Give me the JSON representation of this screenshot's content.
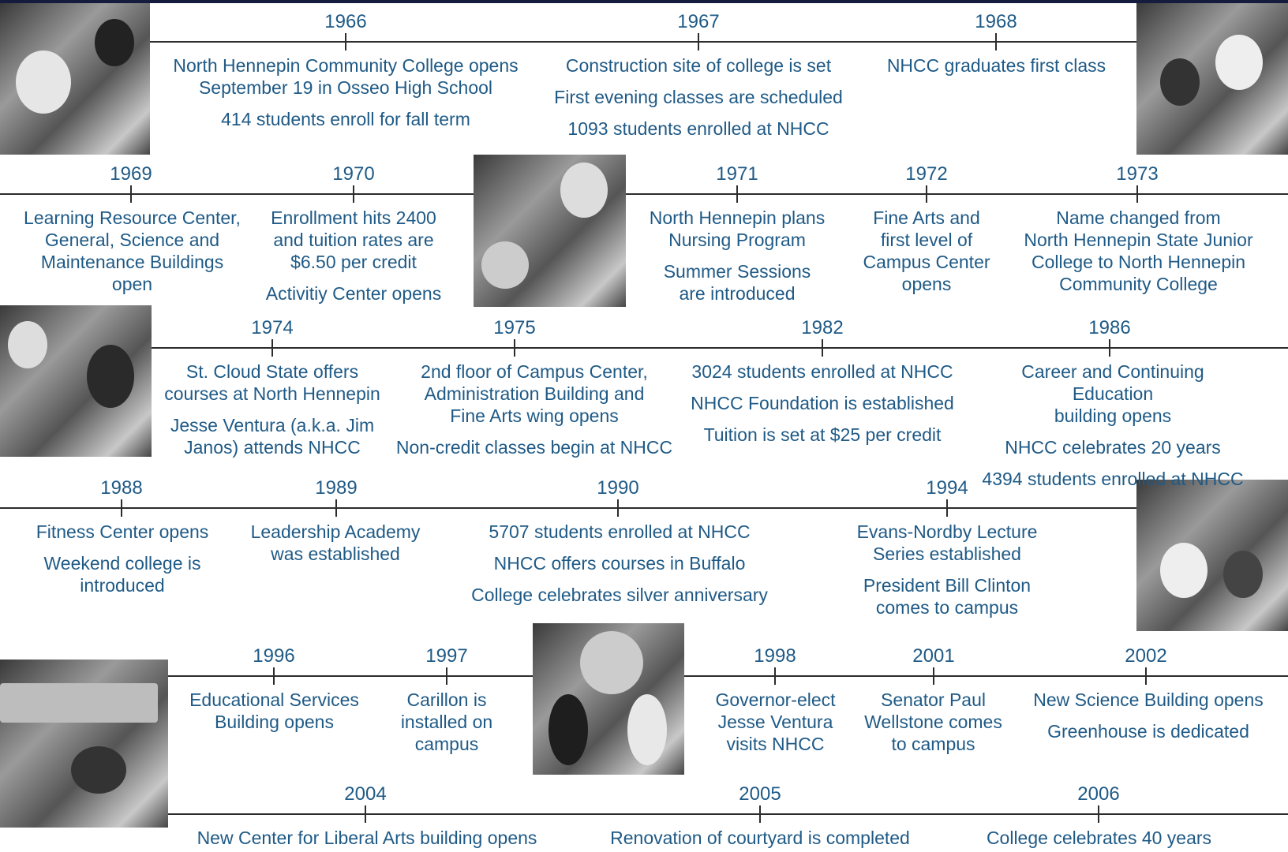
{
  "timeline": [
    {
      "year": "1966",
      "events": [
        "North Hennepin Community College opens\nSeptember 19 in Osseo High School",
        "414 students enroll for fall term"
      ]
    },
    {
      "year": "1967",
      "events": [
        "Construction site of college is set",
        "First evening classes are scheduled",
        "1093 students enrolled at NHCC"
      ]
    },
    {
      "year": "1968",
      "events": [
        "NHCC graduates first class"
      ]
    },
    {
      "year": "1969",
      "events": [
        "Learning Resource Center,\nGeneral, Science and\nMaintenance Buildings\nopen"
      ]
    },
    {
      "year": "1970",
      "events": [
        "Enrollment hits 2400\nand tuition rates are\n$6.50 per credit",
        "Activitiy Center opens"
      ]
    },
    {
      "year": "1971",
      "events": [
        "North Hennepin plans\nNursing Program",
        "Summer Sessions\nare introduced"
      ]
    },
    {
      "year": "1972",
      "events": [
        "Fine Arts and\nfirst level of\nCampus Center\nopens"
      ]
    },
    {
      "year": "1973",
      "events": [
        "Name changed from\nNorth Hennepin State Junior\nCollege to North Hennepin\nCommunity College"
      ]
    },
    {
      "year": "1974",
      "events": [
        "St. Cloud State offers\ncourses at North Hennepin",
        "Jesse Ventura (a.k.a. Jim\nJanos) attends NHCC"
      ]
    },
    {
      "year": "1975",
      "events": [
        "2nd floor of Campus Center,\nAdministration Building and\nFine Arts wing opens",
        "Non-credit classes begin at NHCC"
      ]
    },
    {
      "year": "1982",
      "events": [
        "3024 students enrolled at NHCC",
        "NHCC Foundation is established",
        "Tuition is set at $25 per credit"
      ]
    },
    {
      "year": "1986",
      "events": [
        "Career and Continuing Education\nbuilding opens",
        "NHCC celebrates 20 years",
        "4394 students enrolled at NHCC"
      ]
    },
    {
      "year": "1988",
      "events": [
        "Fitness Center opens",
        "Weekend college is\nintroduced"
      ]
    },
    {
      "year": "1989",
      "events": [
        "Leadership Academy\nwas established"
      ]
    },
    {
      "year": "1990",
      "events": [
        "5707 students enrolled at NHCC",
        "NHCC offers courses in Buffalo",
        "College celebrates silver anniversary"
      ]
    },
    {
      "year": "1994",
      "events": [
        "Evans-Nordby Lecture\nSeries established",
        "President Bill Clinton\ncomes to campus"
      ]
    },
    {
      "year": "1996",
      "events": [
        "Educational Services\nBuilding opens"
      ]
    },
    {
      "year": "1997",
      "events": [
        "Carillon is\ninstalled on\ncampus"
      ]
    },
    {
      "year": "1998",
      "events": [
        "Governor-elect\nJesse Ventura\nvisits NHCC"
      ]
    },
    {
      "year": "2001",
      "events": [
        "Senator Paul\nWellstone comes\nto campus"
      ]
    },
    {
      "year": "2002",
      "events": [
        "New Science Building opens",
        "Greenhouse is dedicated"
      ]
    },
    {
      "year": "2004",
      "events": [
        "New Center for Liberal Arts building opens"
      ]
    },
    {
      "year": "2005",
      "events": [
        "Renovation of courtyard is completed"
      ]
    },
    {
      "year": "2006",
      "events": [
        "College celebrates 40 years"
      ]
    }
  ]
}
